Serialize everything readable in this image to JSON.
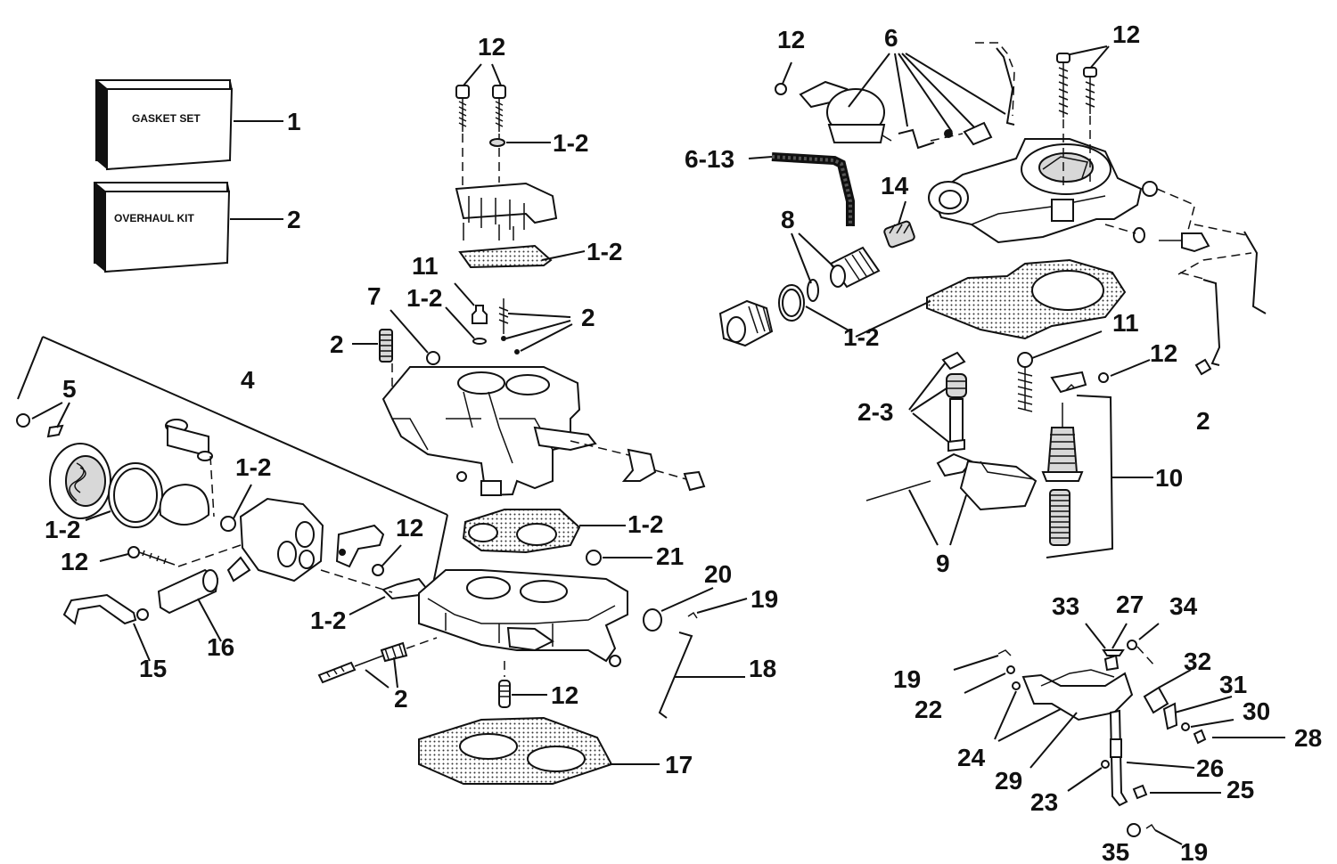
{
  "kit_boxes": [
    {
      "id": "gasket-set",
      "label": "GASKET SET",
      "callout": "1"
    },
    {
      "id": "overhaul-kit",
      "label": "OVERHAUL KIT",
      "callout": "2"
    }
  ],
  "callouts": [
    {
      "id": "c-12-top",
      "text": "12"
    },
    {
      "id": "c-1-2-a",
      "text": "1-2"
    },
    {
      "id": "c-1-2-b",
      "text": "1-2"
    },
    {
      "id": "c-11-left",
      "text": "11"
    },
    {
      "id": "c-1-2-c",
      "text": "1-2"
    },
    {
      "id": "c-2-a",
      "text": "2"
    },
    {
      "id": "c-7",
      "text": "7"
    },
    {
      "id": "c-2-b",
      "text": "2"
    },
    {
      "id": "c-4",
      "text": "4"
    },
    {
      "id": "c-5",
      "text": "5"
    },
    {
      "id": "c-1-2-d",
      "text": "1-2"
    },
    {
      "id": "c-1-2-e",
      "text": "1-2"
    },
    {
      "id": "c-12-a",
      "text": "12"
    },
    {
      "id": "c-12-b",
      "text": "12"
    },
    {
      "id": "c-1-2-f",
      "text": "1-2"
    },
    {
      "id": "c-15",
      "text": "15"
    },
    {
      "id": "c-16",
      "text": "16"
    },
    {
      "id": "c-2-c",
      "text": "2"
    },
    {
      "id": "c-1-2-g",
      "text": "1-2"
    },
    {
      "id": "c-21",
      "text": "21"
    },
    {
      "id": "c-20",
      "text": "20"
    },
    {
      "id": "c-19-a",
      "text": "19"
    },
    {
      "id": "c-18",
      "text": "18"
    },
    {
      "id": "c-12-c",
      "text": "12"
    },
    {
      "id": "c-17",
      "text": "17"
    },
    {
      "id": "c-12-d",
      "text": "12"
    },
    {
      "id": "c-6",
      "text": "6"
    },
    {
      "id": "c-12-e",
      "text": "12"
    },
    {
      "id": "c-6-13",
      "text": "6-13"
    },
    {
      "id": "c-14",
      "text": "14"
    },
    {
      "id": "c-8",
      "text": "8"
    },
    {
      "id": "c-1-2-h",
      "text": "1-2"
    },
    {
      "id": "c-11-right",
      "text": "11"
    },
    {
      "id": "c-12-f",
      "text": "12"
    },
    {
      "id": "c-2-3",
      "text": "2-3"
    },
    {
      "id": "c-2-d",
      "text": "2"
    },
    {
      "id": "c-10",
      "text": "10"
    },
    {
      "id": "c-9",
      "text": "9"
    },
    {
      "id": "c-33",
      "text": "33"
    },
    {
      "id": "c-27",
      "text": "27"
    },
    {
      "id": "c-34",
      "text": "34"
    },
    {
      "id": "c-32",
      "text": "32"
    },
    {
      "id": "c-19-b",
      "text": "19"
    },
    {
      "id": "c-31",
      "text": "31"
    },
    {
      "id": "c-22",
      "text": "22"
    },
    {
      "id": "c-30",
      "text": "30"
    },
    {
      "id": "c-28",
      "text": "28"
    },
    {
      "id": "c-24",
      "text": "24"
    },
    {
      "id": "c-26",
      "text": "26"
    },
    {
      "id": "c-29",
      "text": "29"
    },
    {
      "id": "c-25",
      "text": "25"
    },
    {
      "id": "c-23",
      "text": "23"
    },
    {
      "id": "c-35",
      "text": "35"
    },
    {
      "id": "c-19-c",
      "text": "19"
    }
  ]
}
